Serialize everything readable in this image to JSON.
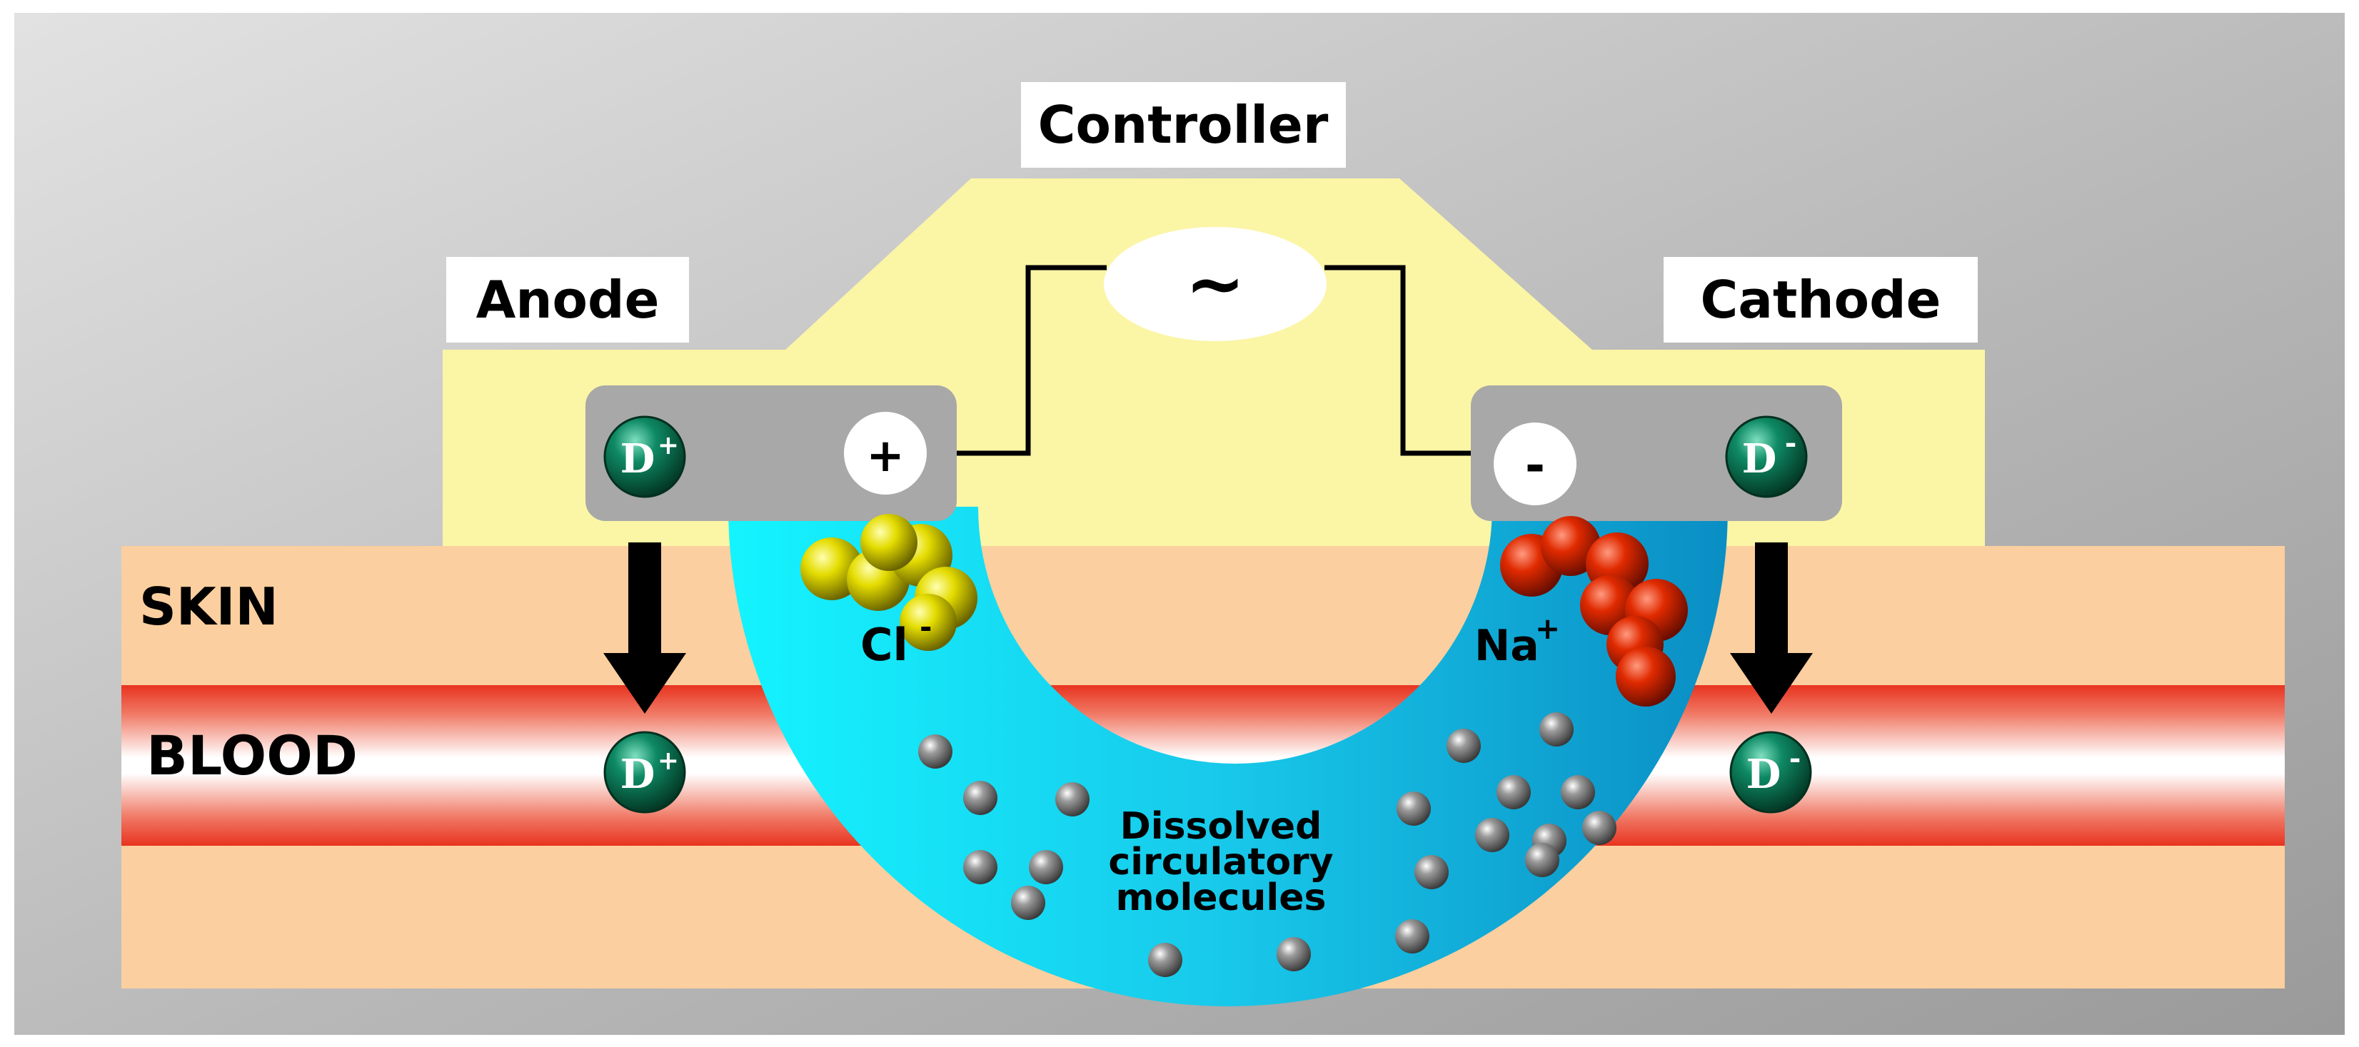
{
  "labels": {
    "controller": "Controller",
    "anode": "Anode",
    "cathode": "Cathode",
    "skin": "SKIN",
    "blood": "BLOOD",
    "ac_symbol": "~",
    "plus": "+",
    "minus": "-",
    "chloride": "Cl",
    "chloride_charge": "-",
    "sodium": "Na",
    "sodium_charge": "+",
    "molecules_line1": "Dissolved",
    "molecules_line2": "circulatory",
    "molecules_line3": "molecules"
  },
  "ions": {
    "drug": "D",
    "positive_charge": "+",
    "negative_charge": "-"
  },
  "colors": {
    "background_light": "#d8d8d8",
    "background_dark": "#9a9a9a",
    "controller_body": "#fbf5a6",
    "electrode": "#a8a8a8",
    "skin": "#fbcf9f",
    "blood": "#e8331f",
    "reservoir_light": "#14f0ff",
    "reservoir_dark": "#0b8fc2",
    "chloride": "#e6e000",
    "sodium": "#d62200",
    "drug_ion": "#0c7a5a",
    "molecule": "#777777"
  }
}
